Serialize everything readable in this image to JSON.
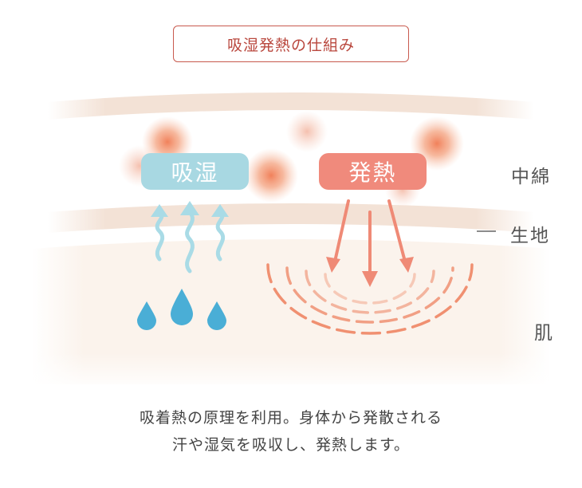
{
  "title": "吸湿発熱の仕組み",
  "badges": {
    "absorb": "吸湿",
    "heat": "発熱"
  },
  "layers": {
    "batting": "中綿",
    "fabric": "生地",
    "skin": "肌"
  },
  "caption": {
    "line1": "吸着熱の原理を利用。身体から発散される",
    "line2": "汗や湿気を吸収し、発熱します。"
  },
  "colors": {
    "absorb_badge": "#a8d8e2",
    "heat_badge": "#f08a7c",
    "heat_arrows": "#ef8a76",
    "vapor": "#a9dbe6",
    "drops": "#4aaed6",
    "title_border": "#c85a4e"
  }
}
